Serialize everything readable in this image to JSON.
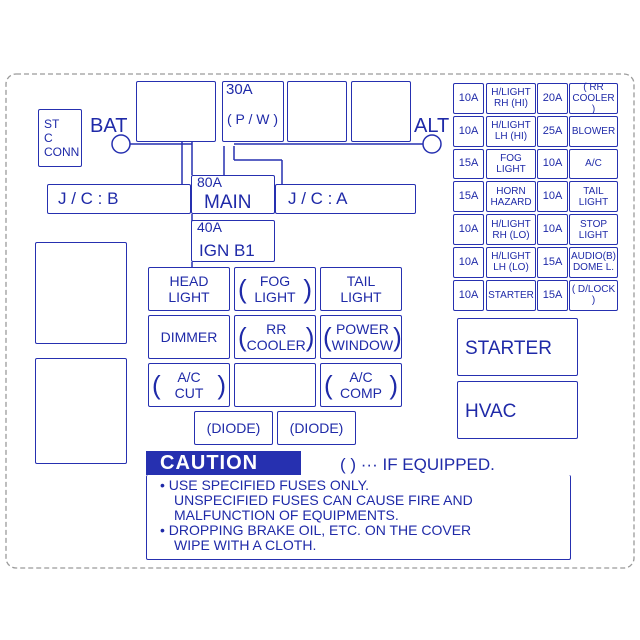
{
  "top_fuses": {
    "bat": "BAT",
    "alt": "ALT",
    "p_w_amp": "30A",
    "p_w_label": "( P / W )"
  },
  "st_conn": [
    "ST",
    "C",
    "CONN"
  ],
  "jc": {
    "b": "J / C : B",
    "a": "J / C : A"
  },
  "main_fuse": {
    "amp": "80A",
    "label": "MAIN"
  },
  "ign_fuse": {
    "amp": "40A",
    "label": "IGN B1"
  },
  "relays": {
    "head_light": [
      "HEAD",
      "LIGHT"
    ],
    "fog_light": [
      "FOG",
      "LIGHT"
    ],
    "tail_light": [
      "TAIL",
      "LIGHT"
    ],
    "dimmer": "DIMMER",
    "rr_cooler": [
      "RR",
      "COOLER"
    ],
    "power_window": [
      "POWER",
      "WINDOW"
    ],
    "ac_cut": [
      "A/C",
      "CUT"
    ],
    "ac_comp": [
      "A/C",
      "COMP"
    ],
    "diode1": "(DIODE)",
    "diode2": "(DIODE)"
  },
  "fuse_table": [
    {
      "l_amp": "10A",
      "l_name": [
        "H/LIGHT",
        "RH (HI)"
      ],
      "r_amp": "20A",
      "r_name": [
        "( RR COOLER )"
      ]
    },
    {
      "l_amp": "10A",
      "l_name": [
        "H/LIGHT",
        "LH (HI)"
      ],
      "r_amp": "25A",
      "r_name": [
        "BLOWER"
      ]
    },
    {
      "l_amp": "15A",
      "l_name": [
        "FOG",
        "LIGHT"
      ],
      "r_amp": "10A",
      "r_name": [
        "A/C"
      ]
    },
    {
      "l_amp": "15A",
      "l_name": [
        "HORN",
        "HAZARD"
      ],
      "r_amp": "10A",
      "r_name": [
        "TAIL",
        "LIGHT"
      ]
    },
    {
      "l_amp": "10A",
      "l_name": [
        "H/LIGHT",
        "RH (LO)"
      ],
      "r_amp": "10A",
      "r_name": [
        "STOP",
        "LIGHT"
      ]
    },
    {
      "l_amp": "10A",
      "l_name": [
        "H/LIGHT",
        "LH (LO)"
      ],
      "r_amp": "15A",
      "r_name": [
        "AUDIO(B)",
        "DOME L."
      ]
    },
    {
      "l_amp": "10A",
      "l_name": [
        "STARTER"
      ],
      "r_amp": "15A",
      "r_name": [
        "( D/LOCK )"
      ]
    }
  ],
  "big_relays": {
    "starter": "STARTER",
    "hvac": "HVAC"
  },
  "caution": {
    "title": "CAUTION",
    "if_equipped": "( ) ··· IF EQUIPPED.",
    "lines": [
      "• USE SPECIFIED FUSES ONLY.",
      "UNSPECIFIED FUSES CAN CAUSE FIRE AND",
      "MALFUNCTION OF EQUIPMENTS.",
      "• DROPPING BRAKE OIL, ETC. ON THE COVER",
      "WIPE WITH A CLOTH."
    ]
  },
  "colors": {
    "ink": "#2630b0",
    "text": "#1f2aa8",
    "background": "#ffffff"
  }
}
